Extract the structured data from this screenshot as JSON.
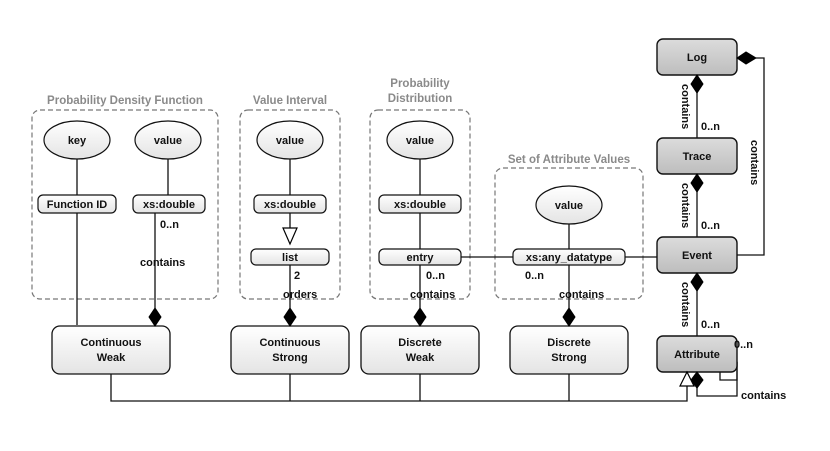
{
  "groups": {
    "pdf": "Probability Density Function",
    "value_interval": "Value Interval",
    "prob_dist_line1": "Probability",
    "prob_dist_line2": "Distribution",
    "set_attr": "Set of Attribute Values"
  },
  "nodes": {
    "key": "key",
    "value": "value",
    "function_id": "Function ID",
    "xs_double": "xs:double",
    "list": "list",
    "entry": "entry",
    "xs_any_datatype": "xs:any_datatype",
    "cw_line1": "Continuous",
    "cw_line2": "Weak",
    "cs_line1": "Continuous",
    "cs_line2": "Strong",
    "dw_line1": "Discrete",
    "dw_line2": "Weak",
    "ds_line1": "Discrete",
    "ds_line2": "Strong",
    "log": "Log",
    "trace": "Trace",
    "event": "Event",
    "attribute": "Attribute"
  },
  "labels": {
    "contains": "contains",
    "orders": "orders",
    "zero_n": "0..n",
    "two": "2"
  }
}
